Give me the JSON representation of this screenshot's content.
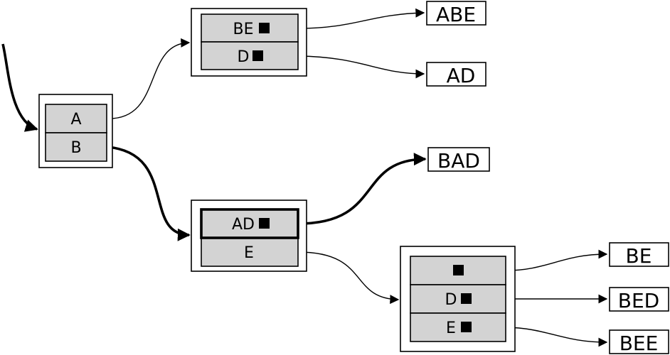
{
  "nodes": {
    "root": {
      "cells": [
        {
          "text": "A"
        },
        {
          "text": "B"
        }
      ]
    },
    "n1": {
      "cells": [
        {
          "text": "BE",
          "end": true
        },
        {
          "text": "D",
          "end": true
        }
      ]
    },
    "n2": {
      "cells": [
        {
          "text": "AD",
          "end": true,
          "highlight": true
        },
        {
          "text": "E"
        }
      ]
    },
    "n3": {
      "cells": [
        {
          "text": "",
          "end": true
        },
        {
          "text": "D",
          "end": true
        },
        {
          "text": "E",
          "end": true
        }
      ]
    }
  },
  "leaves": {
    "abe": "ABE",
    "ad": "AD",
    "bad": "BAD",
    "be": "BE",
    "bed": "BED",
    "bee": "BEE"
  },
  "edges": [
    {
      "from": "root.A",
      "to": "n1",
      "bold": false
    },
    {
      "from": "root.B",
      "to": "n2",
      "bold": true
    },
    {
      "from": "n1.BE",
      "to": "ABE",
      "bold": false
    },
    {
      "from": "n1.D",
      "to": "AD",
      "bold": false
    },
    {
      "from": "n2.AD",
      "to": "BAD",
      "bold": true
    },
    {
      "from": "n2.E",
      "to": "n3",
      "bold": false
    },
    {
      "from": "n3.end",
      "to": "BE",
      "bold": false
    },
    {
      "from": "n3.D",
      "to": "BED",
      "bold": false
    },
    {
      "from": "n3.E",
      "to": "BEE",
      "bold": false
    }
  ],
  "end_marker_icon": "black-square-icon",
  "colors": {
    "cell_fill": "#d3d3d3",
    "stroke": "#000000",
    "background": "#ffffff"
  }
}
